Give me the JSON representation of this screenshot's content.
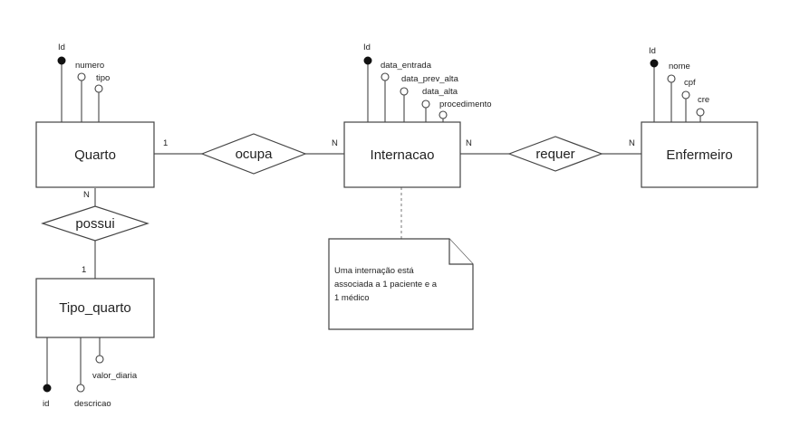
{
  "entities": {
    "quarto": "Quarto",
    "internacao": "Internacao",
    "enfermeiro": "Enfermeiro",
    "tipo_quarto": "Tipo_quarto"
  },
  "relationships": {
    "ocupa": "ocupa",
    "requer": "requer",
    "possui": "possui"
  },
  "attributes": {
    "quarto": [
      {
        "name": "Id",
        "key": true
      },
      {
        "name": "numero",
        "key": false
      },
      {
        "name": "tipo",
        "key": false
      }
    ],
    "internacao": [
      {
        "name": "Id",
        "key": true
      },
      {
        "name": "data_entrada",
        "key": false
      },
      {
        "name": "data_prev_alta",
        "key": false
      },
      {
        "name": "data_alta",
        "key": false
      },
      {
        "name": "procedimento",
        "key": false
      }
    ],
    "enfermeiro": [
      {
        "name": "Id",
        "key": true
      },
      {
        "name": "nome",
        "key": false
      },
      {
        "name": "cpf",
        "key": false
      },
      {
        "name": "cre",
        "key": false
      }
    ],
    "tipo_quarto": [
      {
        "name": "id",
        "key": true
      },
      {
        "name": "descricao",
        "key": false
      },
      {
        "name": "valor_diaria",
        "key": false
      }
    ]
  },
  "cardinalities": {
    "quarto_ocupa": "1",
    "ocupa_internacao": "N",
    "internacao_requer": "N",
    "requer_enfermeiro": "N",
    "quarto_possui": "N",
    "possui_tipo_quarto": "1"
  },
  "note": {
    "lines": [
      "Uma internação está",
      "associada a 1 paciente e a",
      "1 médico"
    ]
  }
}
